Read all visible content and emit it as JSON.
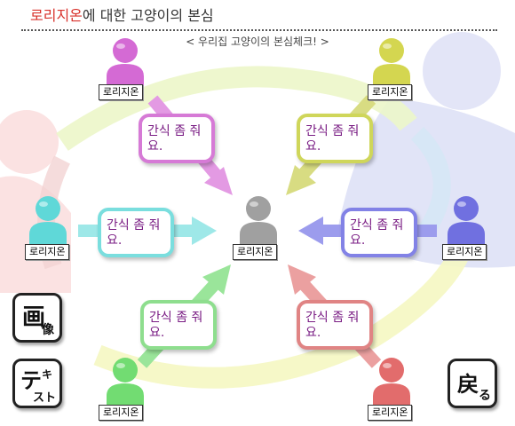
{
  "title": {
    "highlight": "로리지온",
    "rest": "에 대한 고양이의 본심"
  },
  "subtitle": "< 우리집 고양이의 본심체크! >",
  "center_label": "로리지온",
  "speech": "간식 좀 줘요.",
  "nodes": [
    {
      "id": "top-left",
      "label": "로리지온",
      "color": "#d46ad4",
      "bubble_border": "#d67ad6"
    },
    {
      "id": "top-right",
      "label": "로리지온",
      "color": "#d4d650",
      "bubble_border": "#cfd65a"
    },
    {
      "id": "left",
      "label": "로리지온",
      "color": "#5fd8d8",
      "bubble_border": "#7adede"
    },
    {
      "id": "right",
      "label": "로리지온",
      "color": "#7070e0",
      "bubble_border": "#8282e6"
    },
    {
      "id": "bottom-left",
      "label": "로리지온",
      "color": "#72dc72",
      "bubble_border": "#8ede8e"
    },
    {
      "id": "bottom-right",
      "label": "로리지온",
      "color": "#e26c6c",
      "bubble_border": "#e08484"
    }
  ],
  "center_color": "#a0a0a0",
  "buttons": {
    "image": {
      "big": "画",
      "small": "像"
    },
    "text": {
      "big": "テ",
      "small1": "キ",
      "small2": "スト"
    },
    "back": {
      "big": "戻",
      "small": "る"
    }
  }
}
